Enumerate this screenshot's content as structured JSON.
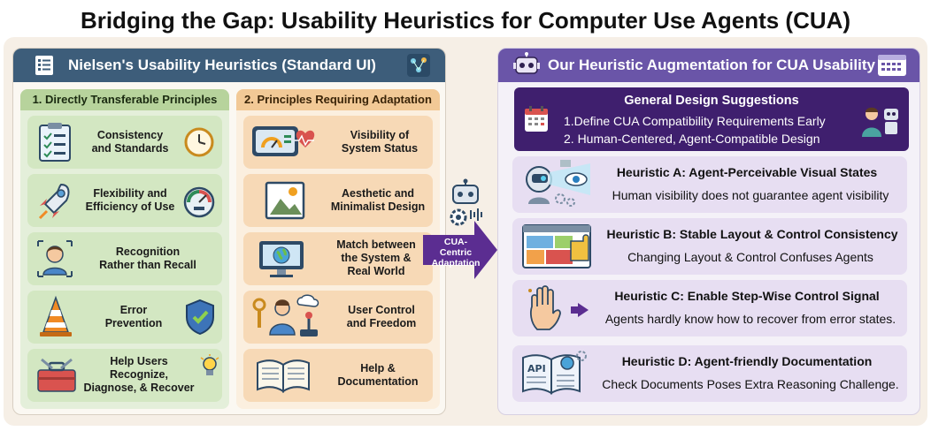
{
  "title": "Bridging the Gap: Usability Heuristics for Computer Use Agents (CUA)",
  "left": {
    "header": "Nielsen's Usability Heuristics (Standard UI)",
    "col1": {
      "heading": "1. Directly Transferable Principles",
      "items": [
        {
          "line1": "Consistency",
          "line2": "and Standards",
          "line3": ""
        },
        {
          "line1": "Flexibility and",
          "line2": "Efficiency of Use",
          "line3": ""
        },
        {
          "line1": "Recognition",
          "line2": "Rather than Recall",
          "line3": ""
        },
        {
          "line1": "Error",
          "line2": "Prevention",
          "line3": ""
        },
        {
          "line1": "Help Users",
          "line2": "Recognize,",
          "line3": "Diagnose, & Recover"
        }
      ]
    },
    "col2": {
      "heading": "2. Principles Requiring Adaptation",
      "items": [
        {
          "line1": "Visibility of",
          "line2": "System Status",
          "line3": ""
        },
        {
          "line1": "Aesthetic and",
          "line2": "Minimalist Design",
          "line3": ""
        },
        {
          "line1": "Match between",
          "line2": "the System &",
          "line3": "Real World"
        },
        {
          "line1": "User Control",
          "line2": "and Freedom",
          "line3": ""
        },
        {
          "line1": "Help &",
          "line2": "Documentation",
          "line3": ""
        }
      ]
    }
  },
  "arrow": {
    "line1": "CUA-Centric",
    "line2": "Adaptation"
  },
  "right": {
    "header": "Our Heuristic Augmentation for CUA Usability",
    "general": {
      "title": "General Design Suggestions",
      "line1": "1.Define CUA Compatibility Requirements Early",
      "line2": "2. Human-Centered, Agent-Compatible Design"
    },
    "heuristics": [
      {
        "title": "Heuristic A: Agent-Perceivable Visual States",
        "desc": "Human visibility does not guarantee agent visibility"
      },
      {
        "title": "Heuristic B: Stable Layout & Control Consistency",
        "desc": "Changing Layout & Control Confuses Agents"
      },
      {
        "title": "Heuristic C: Enable Step-Wise Control Signal",
        "desc": "Agents hardly know how to recover from error states."
      },
      {
        "title": "Heuristic D: Agent-friendly Documentation",
        "desc": "Check Documents Poses Extra Reasoning Challenge."
      }
    ],
    "api_label": "API"
  },
  "colors": {
    "left_header": "#3d5d7a",
    "right_header": "#6a55a8",
    "general_box": "#3f1f6e",
    "arrow": "#5b2d91",
    "col1_bg": "#e4efda",
    "col2_bg": "#fbefdf"
  },
  "icons": {
    "left_header": "checklist-icon",
    "left_header_right": "network-icon",
    "right_header": "robot-icon",
    "right_header_right": "keyboard-icon"
  }
}
